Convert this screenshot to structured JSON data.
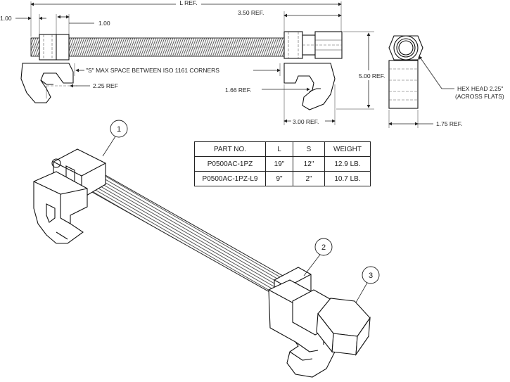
{
  "dimensions": {
    "l_ref": "L REF.",
    "d_100_left": "1.00",
    "d_100_right": "1.00",
    "d_350_ref": "3.50 REF.",
    "s_note": "\"S\" MAX SPACE BETWEEN ISO 1161 CORNERS",
    "d_225_ref": "2.25 REF",
    "d_166_ref": "1.66 REF.",
    "d_500_ref": "5.00 REF.",
    "d_300_ref": "3.00 REF.",
    "d_175_ref": "1.75 REF.",
    "hex_head_line1": "HEX HEAD 2.25\"",
    "hex_head_line2": "(ACROSS FLATS)"
  },
  "balloons": [
    "1",
    "2",
    "3"
  ],
  "table": {
    "headers": [
      "PART NO.",
      "L",
      "S",
      "WEIGHT"
    ],
    "rows": [
      [
        "P0500AC-1PZ",
        "19\"",
        "12\"",
        "12.9 LB."
      ],
      [
        "P0500AC-1PZ-L9",
        "9\"",
        "2\"",
        "10.7 LB."
      ]
    ]
  }
}
